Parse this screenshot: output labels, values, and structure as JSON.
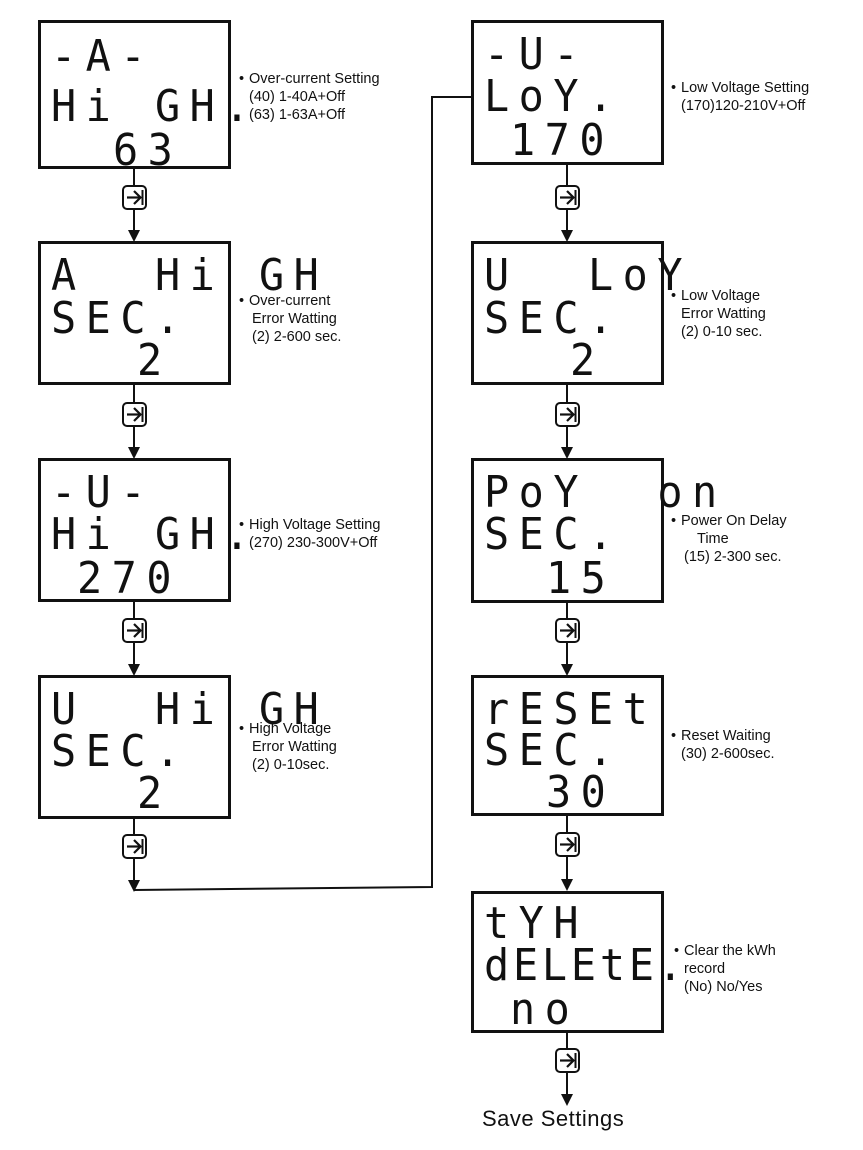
{
  "left_column": [
    {
      "lines": [
        "-A-",
        "Hi GH.",
        "63"
      ],
      "note": [
        "Over-current  Setting",
        "(40) 1-40A+Off",
        "(63) 1-63A+Off"
      ]
    },
    {
      "lines": [
        "A  Hi GH",
        "SEC.",
        "2"
      ],
      "note": [
        "Over-current",
        "Error Watting",
        "(2) 2-600 sec."
      ]
    },
    {
      "lines": [
        "-U-",
        "Hi GH.",
        "270"
      ],
      "note": [
        "High Voltage  Setting",
        "(270) 230-300V+Off"
      ]
    },
    {
      "lines": [
        "U  Hi GH",
        "SEC.",
        "2"
      ],
      "note": [
        "High Voltage",
        "Error Watting",
        "(2) 0-10sec."
      ]
    }
  ],
  "right_column": [
    {
      "lines": [
        "-U-",
        "LoY.",
        "170"
      ],
      "note": [
        "Low Voltage Setting",
        "(170)120-210V+Off"
      ]
    },
    {
      "lines": [
        "U  LoY",
        "SEC.",
        "2"
      ],
      "note": [
        "Low Voltage",
        "Error Watting",
        "(2) 0-10 sec."
      ]
    },
    {
      "lines": [
        "PoY  on",
        "SEC.",
        "15"
      ],
      "note": [
        "Power On Delay",
        "Time",
        "(15) 2-300 sec."
      ]
    },
    {
      "lines": [
        "rESEt",
        "SEC.",
        "30"
      ],
      "note": [
        "Reset Waiting",
        "(30) 2-600sec."
      ]
    },
    {
      "lines": [
        "tYH",
        "dELEtE.",
        "no"
      ],
      "note": [
        "Clear the kWh",
        "record",
        "(No) No/Yes"
      ]
    }
  ],
  "bullet": "•",
  "footer": "Save Settings",
  "icons": {
    "step": "arrow-into-bracket-icon"
  }
}
